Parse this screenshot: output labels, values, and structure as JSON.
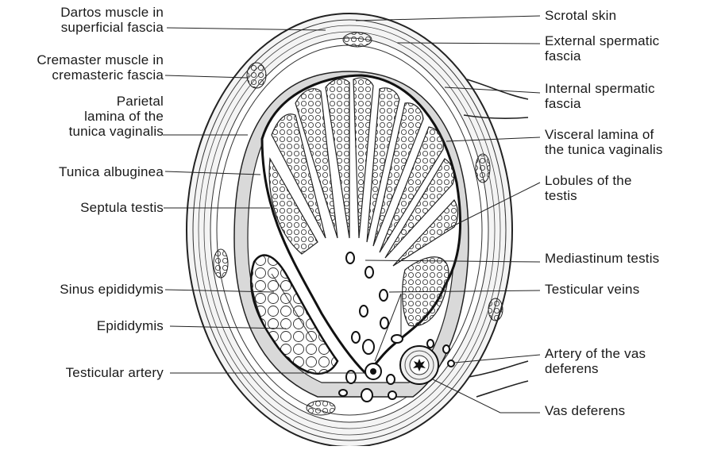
{
  "labels_left": [
    {
      "id": "dartos",
      "lines": [
        "Dartos muscle in",
        "superficial fascia"
      ]
    },
    {
      "id": "cremaster",
      "lines": [
        "Cremaster muscle in",
        "cremasteric fascia"
      ]
    },
    {
      "id": "parietal",
      "lines": [
        "Parietal",
        "lamina of the",
        "tunica vaginalis"
      ]
    },
    {
      "id": "albuginea",
      "lines": [
        "Tunica albuginea"
      ]
    },
    {
      "id": "septula",
      "lines": [
        "Septula testis"
      ]
    },
    {
      "id": "sinus",
      "lines": [
        "Sinus epididymis"
      ]
    },
    {
      "id": "epididymis",
      "lines": [
        "Epididymis"
      ]
    },
    {
      "id": "testicular_artery",
      "lines": [
        "Testicular artery"
      ]
    }
  ],
  "labels_right": [
    {
      "id": "scrotal_skin",
      "lines": [
        "Scrotal skin"
      ]
    },
    {
      "id": "external_fascia",
      "lines": [
        "External spermatic",
        "fascia"
      ]
    },
    {
      "id": "internal_fascia",
      "lines": [
        "Internal spermatic",
        "fascia"
      ]
    },
    {
      "id": "visceral",
      "lines": [
        "Visceral lamina of",
        "the tunica vaginalis"
      ]
    },
    {
      "id": "lobules",
      "lines": [
        "Lobules of the",
        "testis"
      ]
    },
    {
      "id": "mediastinum",
      "lines": [
        "Mediastinum testis"
      ]
    },
    {
      "id": "veins",
      "lines": [
        "Testicular veins"
      ]
    },
    {
      "id": "vas_artery",
      "lines": [
        "Artery of the vas",
        "deferens"
      ]
    },
    {
      "id": "vas",
      "lines": [
        "Vas deferens"
      ]
    }
  ]
}
